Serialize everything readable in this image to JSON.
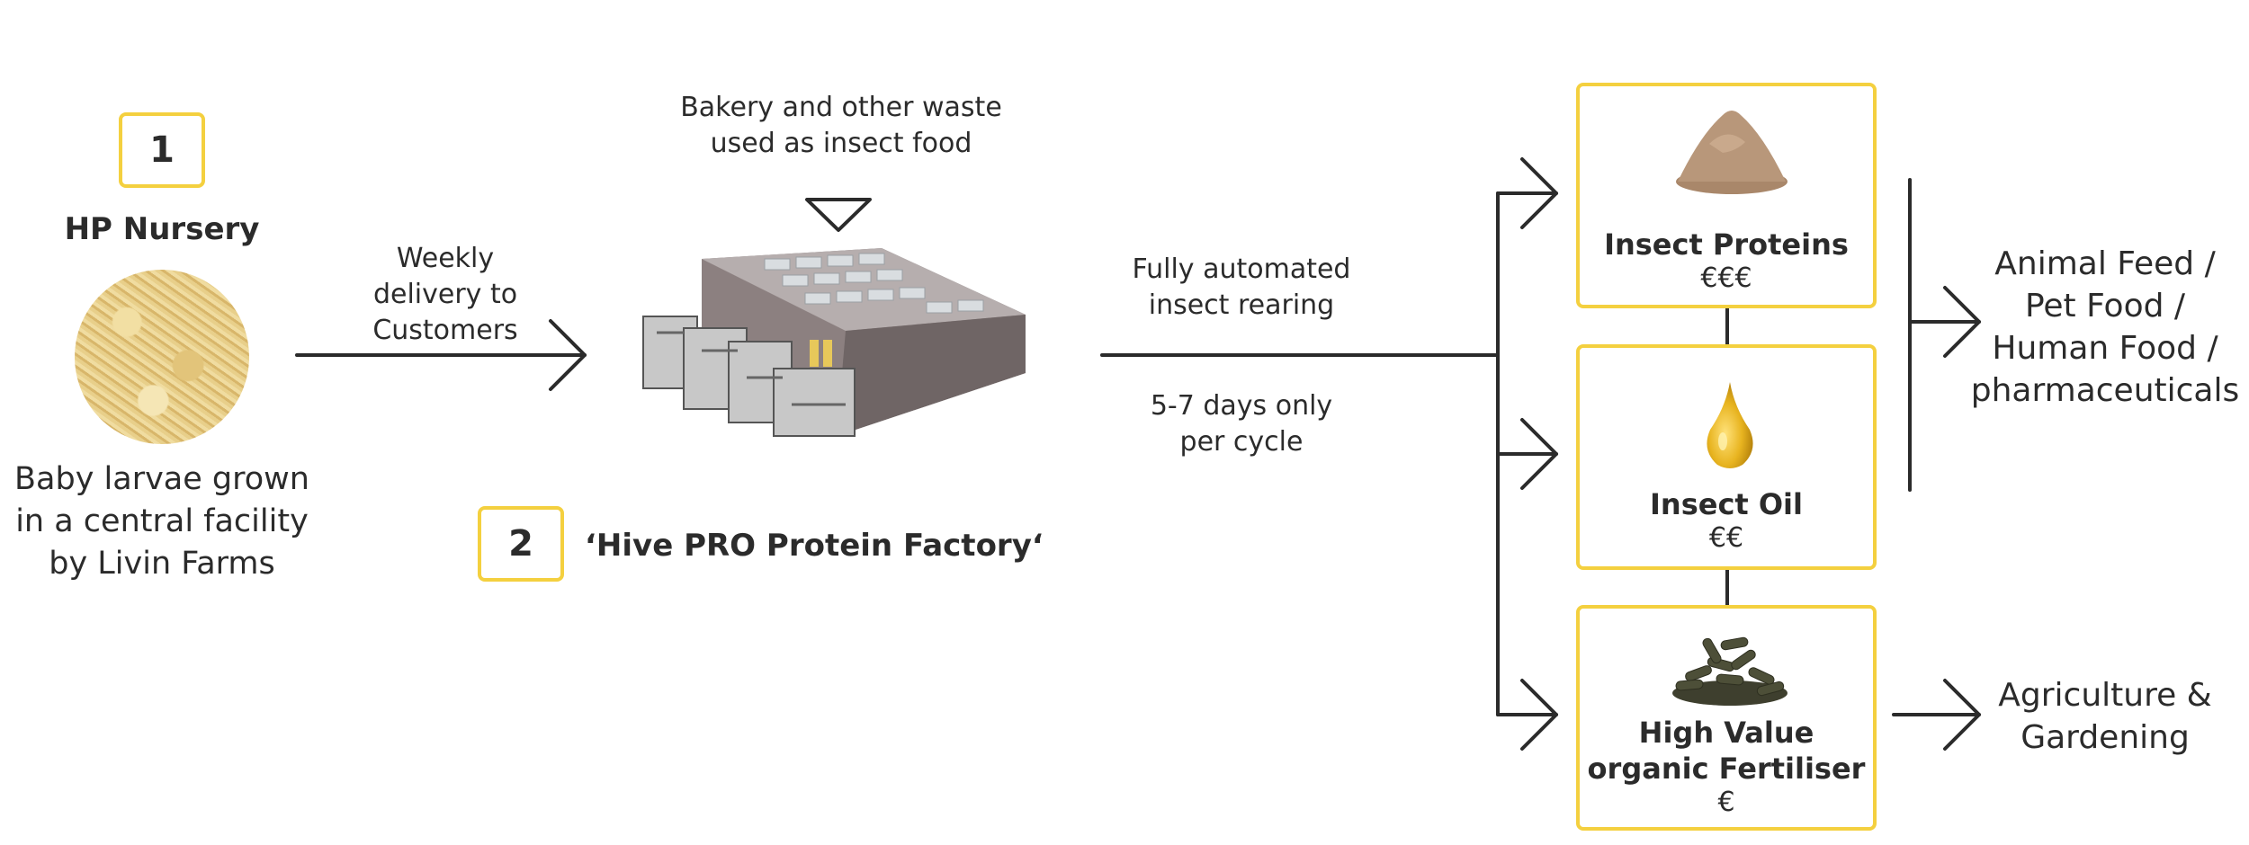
{
  "step1": {
    "number": "1",
    "title": "HP Nursery",
    "description_lines": [
      "Baby larvae grown",
      "in a central facility",
      "by Livin Farms"
    ]
  },
  "delivery": {
    "lines": [
      "Weekly",
      "delivery to",
      "Customers"
    ]
  },
  "food": {
    "lines": [
      "Bakery and other waste",
      "used as insect food"
    ]
  },
  "step2": {
    "number": "2",
    "title": "‘Hive PRO Protein Factory‘"
  },
  "process": {
    "rearing_lines": [
      "Fully automated",
      "insect rearing"
    ],
    "cycle_lines": [
      "5-7 days only",
      "per cycle"
    ]
  },
  "products": [
    {
      "title_lines": [
        "Insect Proteins"
      ],
      "value": "€€€",
      "icon": "protein-powder"
    },
    {
      "title_lines": [
        "Insect Oil"
      ],
      "value": "€€",
      "icon": "oil-drop"
    },
    {
      "title_lines": [
        "High Value",
        "organic Fertiliser"
      ],
      "value": "€",
      "icon": "fertiliser-pellets"
    }
  ],
  "uses": {
    "food_lines": [
      "Animal Feed /",
      "Pet Food /",
      "Human Food /",
      "pharmaceuticals"
    ],
    "agri_lines": [
      "Agriculture &",
      "Gardening"
    ]
  },
  "colors": {
    "accent": "#f4d03f",
    "line": "#2b2b2b"
  }
}
